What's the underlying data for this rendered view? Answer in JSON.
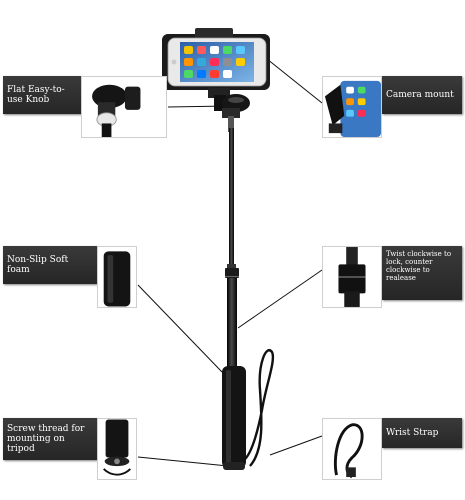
{
  "callouts": {
    "knob": "Flat Easy-to-use Knob",
    "camera_mount": "Camera mount",
    "foam": "Non-Slip Soft foam",
    "twist_lock": "Twist clockwise to lock, counter clockwise to realease",
    "screw_thread": "Screw thread for mounting on tripod",
    "wrist_strap": "Wrist Strap"
  },
  "colors": {
    "label_bg": "#2e2e2e",
    "label_text": "#ffffff",
    "pole": "#1a1a1a",
    "leader_line": "#111111"
  }
}
